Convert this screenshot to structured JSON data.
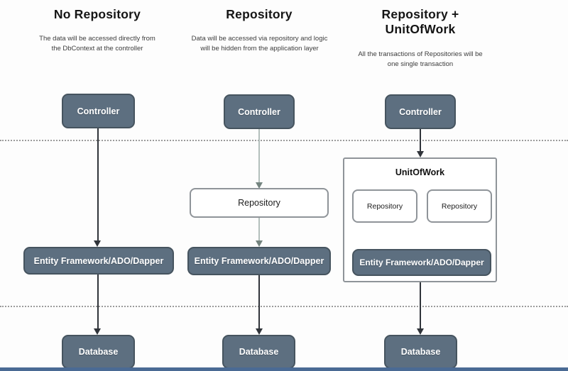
{
  "diagram": {
    "columns": [
      {
        "title": "No Repository",
        "description": "The data will be accessed directly from the DbContext at the controller",
        "controller": "Controller",
        "ef": "Entity Framework/ADO/Dapper",
        "database": "Database"
      },
      {
        "title": "Repository",
        "description": "Data will be accessed via repository and logic will be hidden from the application layer",
        "controller": "Controller",
        "repository": "Repository",
        "ef": "Entity Framework/ADO/Dapper",
        "database": "Database"
      },
      {
        "title": "Repository + UnitOfWork",
        "description": "All the transactions of Repositories will be one single transaction",
        "controller": "Controller",
        "unitofwork": "UnitOfWork",
        "repository_left": "Repository",
        "repository_right": "Repository",
        "ef": "Entity Framework/ADO/Dapper",
        "database": "Database"
      }
    ],
    "colors": {
      "node_dark_bg": "#5d6f80",
      "node_dark_border": "#46545f",
      "node_light_border": "#8f9499",
      "arrow_dark": "#30343a",
      "arrow_light": "#b3bfbc",
      "arrowhead_light": "#74847f",
      "dashed_line": "#9b9b9b",
      "bottom_bar": "#4a6a94"
    }
  }
}
